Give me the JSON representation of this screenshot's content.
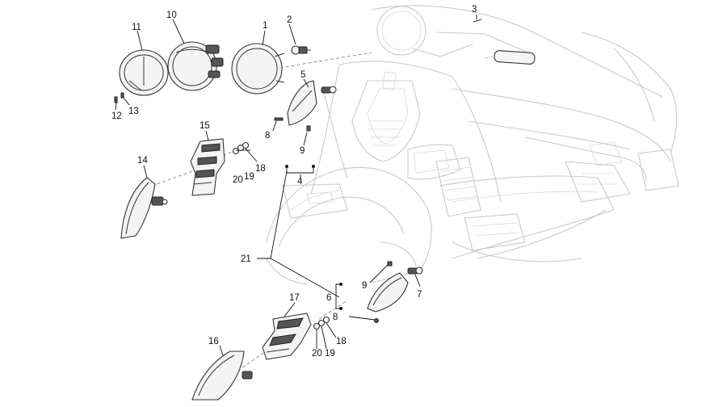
{
  "callouts": {
    "c1": "1",
    "c2": "2",
    "c3": "3",
    "c4": "4",
    "c5": "5",
    "c6": "6",
    "c7": "7",
    "c8a": "8",
    "c8b": "8",
    "c9a": "9",
    "c9b": "9",
    "c10": "10",
    "c11": "11",
    "c12": "12",
    "c13": "13",
    "c14": "14",
    "c15": "15",
    "c16": "16",
    "c17": "17",
    "c18a": "18",
    "c18b": "18",
    "c19a": "19",
    "c19b": "19",
    "c20a": "20",
    "c20b": "20",
    "c21": "21"
  }
}
